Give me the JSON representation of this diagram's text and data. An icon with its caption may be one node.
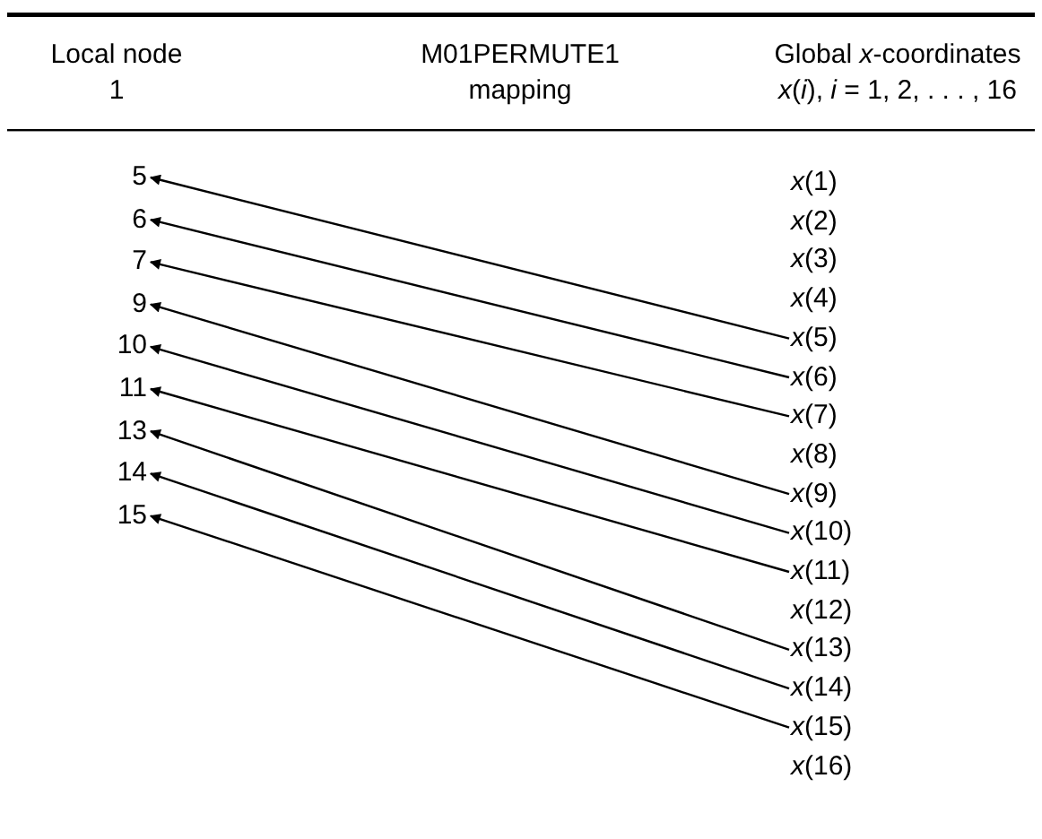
{
  "diagram": {
    "nodes": [
      {
        "text": [
          "5"
        ]
      },
      {
        "text": [
          "6"
        ]
      },
      {
        "text": [
          "7"
        ]
      },
      {
        "text": [
          "9"
        ]
      },
      {
        "text": [
          "10"
        ]
      },
      {
        "text": [
          "11"
        ]
      },
      {
        "text": [
          "13"
        ]
      },
      {
        "text": [
          "14"
        ]
      },
      {
        "text": [
          "15"
        ]
      },
      {
        "text": [
          "*x*(1)"
        ]
      },
      {
        "text": [
          "*x*(2)"
        ]
      },
      {
        "text": [
          "*x*(3)"
        ]
      },
      {
        "text": [
          "*x*(4)"
        ]
      },
      {
        "text": [
          "*x*(5)"
        ]
      },
      {
        "text": [
          "*x*(6)"
        ]
      },
      {
        "text": [
          "*x*(7)"
        ]
      },
      {
        "text": [
          "*x*(8)"
        ]
      },
      {
        "text": [
          "*x*(9)"
        ]
      },
      {
        "text": [
          "*x*(10)"
        ]
      },
      {
        "text": [
          "*x*(11)"
        ]
      },
      {
        "text": [
          "*x*(12)"
        ]
      },
      {
        "text": [
          "*x*(13)"
        ]
      },
      {
        "text": [
          "*x*(14)"
        ]
      },
      {
        "text": [
          "*x*(15)"
        ]
      },
      {
        "text": [
          "*x*(16)"
        ]
      }
    ],
    "edges": [
      {
        "from": 13,
        "to": 0,
        "arrow": "to"
      },
      {
        "from": 14,
        "to": 1,
        "arrow": "to"
      },
      {
        "from": 15,
        "to": 2,
        "arrow": "to"
      },
      {
        "from": 17,
        "to": 3,
        "arrow": "to"
      },
      {
        "from": 18,
        "to": 4,
        "arrow": "to"
      },
      {
        "from": 19,
        "to": 5,
        "arrow": "to"
      },
      {
        "from": 21,
        "to": 6,
        "arrow": "to"
      },
      {
        "from": 22,
        "to": 7,
        "arrow": "to"
      },
      {
        "from": 23,
        "to": 8,
        "arrow": "to"
      }
    ],
    "labels": [
      "Local node",
      "M01PERMUTE1",
      "Global *x*-coordinates",
      "1",
      "mapping",
      "*x*(*i*), *i* = 1, 2, . . . , 16"
    ]
  }
}
